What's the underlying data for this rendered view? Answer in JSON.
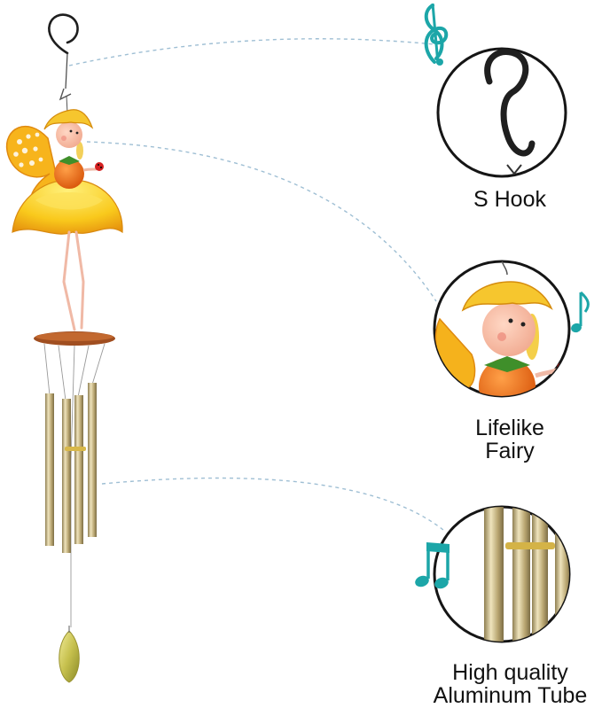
{
  "captions": {
    "hook": "S Hook",
    "fairy_line1": "Lifelike",
    "fairy_line2": "Fairy",
    "tube_line1": "High quality",
    "tube_line2": "Aluminum Tube"
  },
  "colors": {
    "background": "#ffffff",
    "text": "#111111",
    "note_teal": "#1ca6a8",
    "dashed_line": "#9fbfd4",
    "petal_yellow": "#f7c31e",
    "orange_body": "#ee6f0f",
    "tube_gold": "#c9b47c",
    "crystal": "#c8c45a"
  },
  "icons": [
    "treble-clef-icon",
    "eighth-note-icon",
    "beamed-notes-icon"
  ]
}
